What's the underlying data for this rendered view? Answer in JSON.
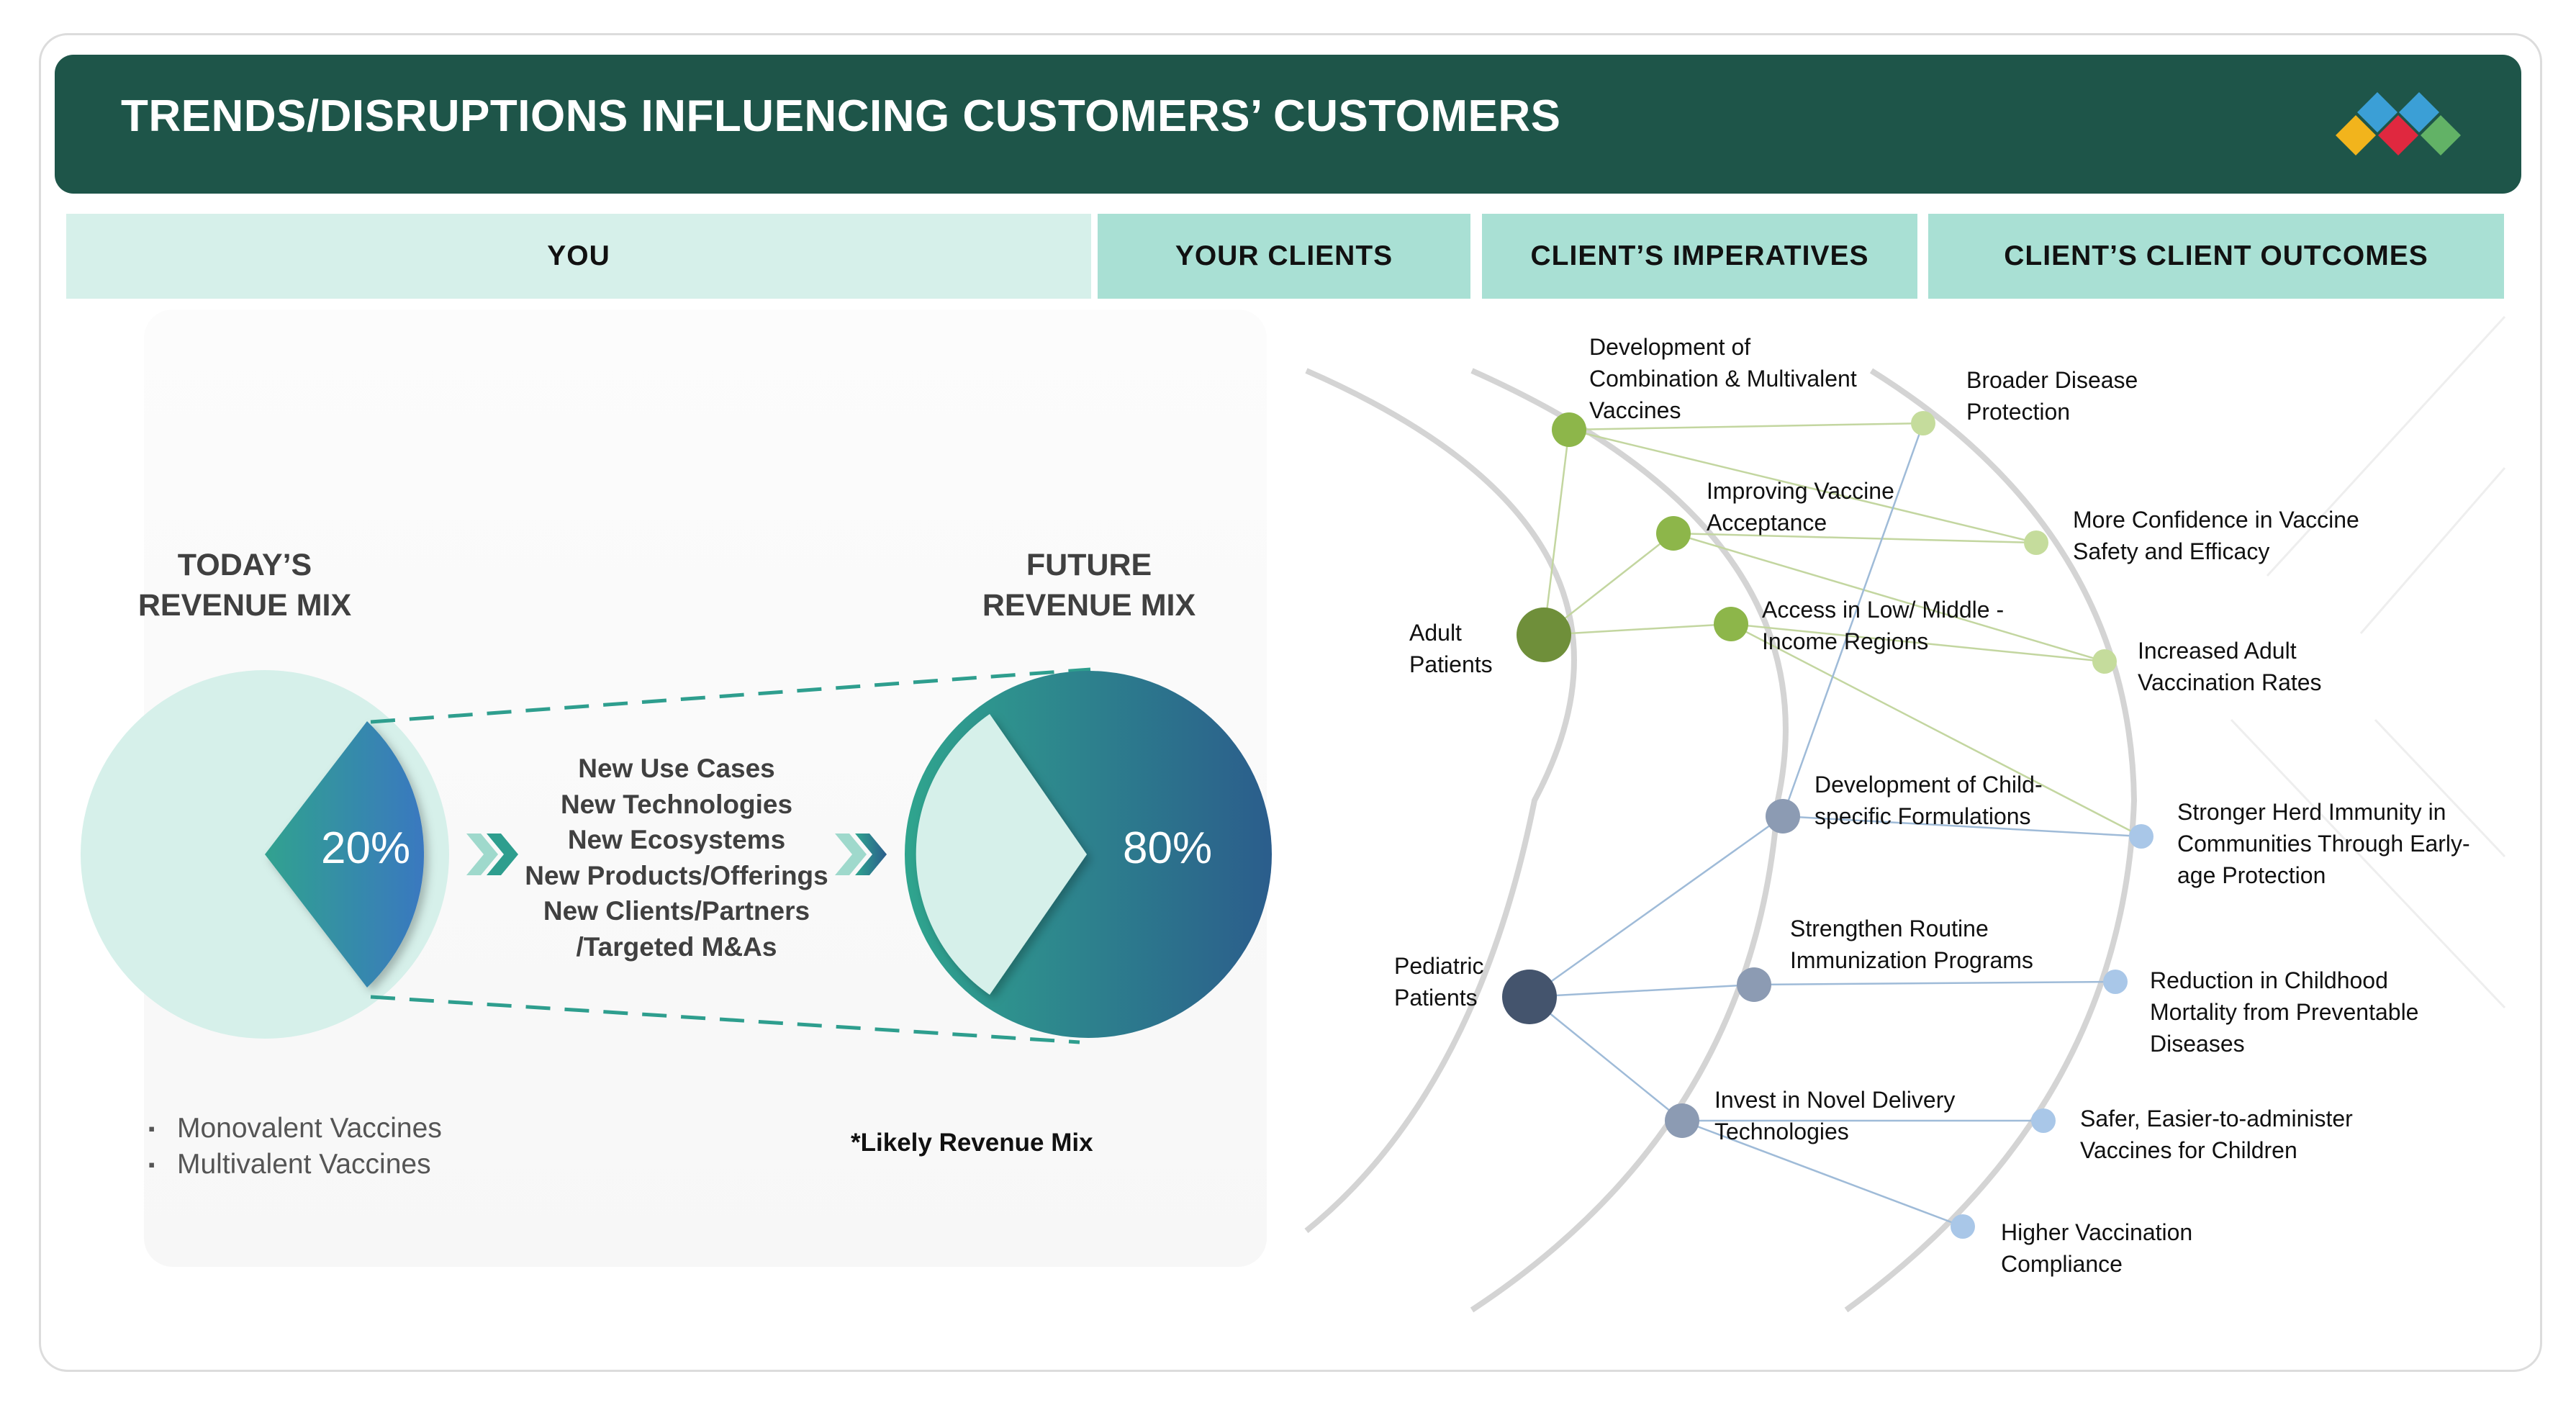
{
  "header": {
    "title": "TRENDS/DISRUPTIONS INFLUENCING CUSTOMERS’ CUSTOMERS",
    "logo_icon": "colored-diamonds-logo-icon"
  },
  "columns": [
    "YOU",
    "YOUR CLIENTS",
    "CLIENT’S IMPERATIVES",
    "CLIENT’S CLIENT OUTCOMES"
  ],
  "revenue": {
    "today_label": [
      "TODAY’S",
      "REVENUE MIX"
    ],
    "future_label": [
      "FUTURE",
      "REVENUE MIX"
    ],
    "today_share": "20%",
    "future_share": "80%",
    "drivers": [
      "New Use Cases",
      "New Technologies",
      "New Ecosystems",
      "New Products/Offerings",
      "New Clients/Partners",
      "/Targeted M&As"
    ],
    "segments": [
      "Monovalent Vaccines",
      "Multivalent Vaccines"
    ],
    "note": "*Likely Revenue Mix",
    "colors": {
      "light": "#d6f0ea",
      "teal": "#2e9e8e",
      "dark_blue": "#27557f"
    }
  },
  "network": {
    "clients": [
      "Adult Patients",
      "Pediatric Patients"
    ],
    "adult_imperatives": [
      "Development of Combination & Multivalent Vaccines",
      "Improving Vaccine Acceptance",
      "Access in Low/ Middle -Income Regions"
    ],
    "pediatric_imperatives": [
      "Development of Child-specific Formulations",
      "Strengthen Routine Immunization Programs",
      "Invest in Novel Delivery Technologies"
    ],
    "adult_outcomes": [
      "Broader Disease Protection",
      "More Confidence in Vaccine Safety and Efficacy",
      "Increased Adult Vaccination Rates"
    ],
    "pediatric_outcomes": [
      "Stronger Herd Immunity in Communities Through Early-age Protection",
      "Reduction in Childhood Mortality from Preventable Diseases",
      "Safer, Easier-to-administer Vaccines for Children",
      "Higher Vaccination Compliance"
    ],
    "colors": {
      "adult": "#8db64a",
      "adult_dark": "#6f8f3a",
      "adult_light": "#c5dc9c",
      "pediatric": "#8c9bb3",
      "pediatric_dark": "#44546d",
      "pediatric_light": "#a9c7e8"
    }
  }
}
